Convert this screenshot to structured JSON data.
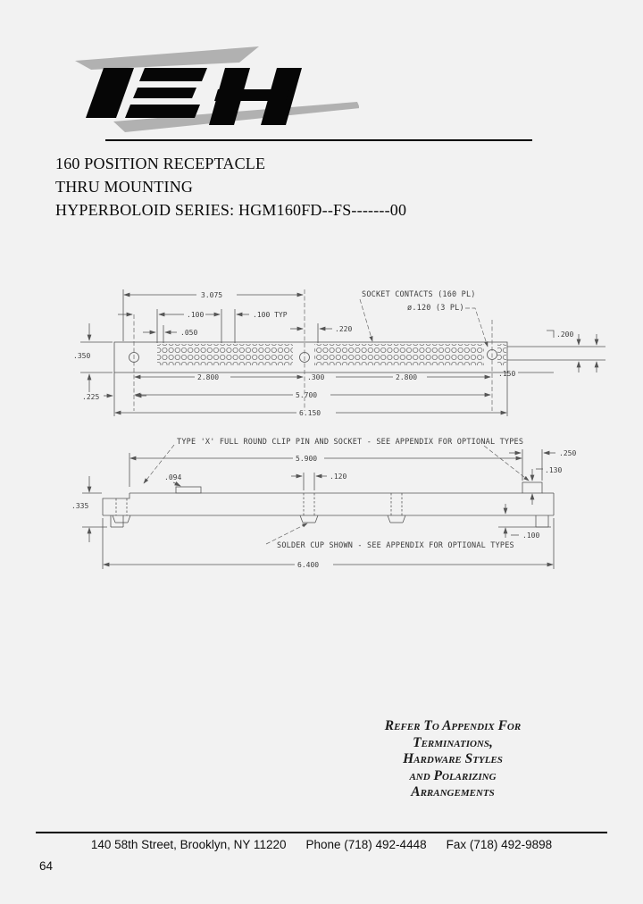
{
  "page": {
    "number": "64"
  },
  "logo": {
    "brand": "IEH"
  },
  "title": {
    "line1": "160 POSITION RECEPTACLE",
    "line2": "THRU MOUNTING",
    "line3": "HYPERBOLOID SERIES: HGM160FD--FS-------00"
  },
  "top_view": {
    "note_contacts": "SOCKET CONTACTS (160 PL)",
    "note_holes": "ø.120 (3 PL)",
    "dim_half_span": "3.075",
    "dim_100": ".100",
    "dim_050": ".050",
    "dim_pitch": ".100 TYP",
    "dim_220": ".220",
    "dim_200": ".200",
    "dim_150": ".150",
    "dim_350": ".350",
    "dim_225": ".225",
    "dim_2800_left": "2.800",
    "dim_300": ".300",
    "dim_2800_right": "2.800",
    "dim_5700": "5.700",
    "dim_6150": "6.150"
  },
  "side_view": {
    "note_type": "TYPE 'X' FULL ROUND CLIP PIN AND SOCKET - SEE APPENDIX FOR OPTIONAL TYPES",
    "note_solder": "SOLDER CUP SHOWN - SEE APPENDIX FOR OPTIONAL TYPES",
    "dim_5900": "5.900",
    "dim_094": ".094",
    "dim_335": ".335",
    "dim_120": ".120",
    "dim_250": ".250",
    "dim_130": ".130",
    "dim_100": ".100",
    "dim_6400": "6.400"
  },
  "appendix_note": {
    "line1": "Refer To Appendix For",
    "line2": "Terminations,",
    "line3": "Hardware Styles",
    "line4": "and Polarizing",
    "line5": "Arrangements"
  },
  "footer": {
    "address": "140 58th Street, Brooklyn, NY 11220",
    "phone": "Phone (718) 492-4448",
    "fax": "Fax (718) 492-9898"
  }
}
